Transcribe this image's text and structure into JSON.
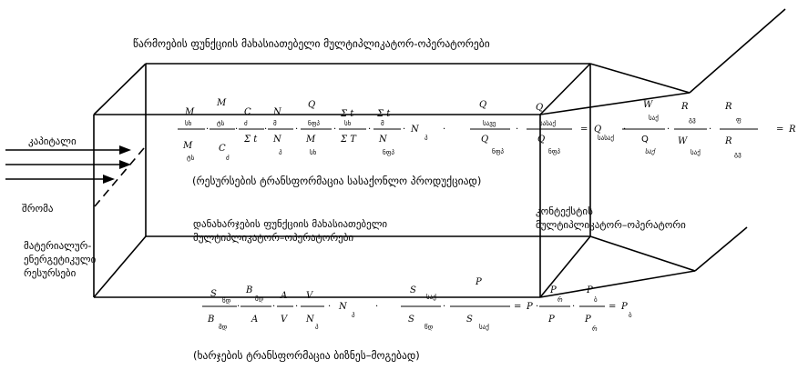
{
  "labels": {
    "title_top": "წარმოების ფუნქციის მახასიათებელი მულტიპლიკატორ-ოპერატორები",
    "capital": "კაპიტალი",
    "labor": "შრომა",
    "materials_line1": "მატერიალურ-",
    "materials_line2": "ენერგეტიკული",
    "materials_line3": "რესურსები",
    "resource_transform": "(რესურსების ტრანსფორმაცია სასაქონლო პროდუქციად)",
    "cost_function_line1": "დანახარჯების ფუნქციის მახასიათებელი",
    "cost_function_line2": "მულტიპლიკატორ–ოპერატორები",
    "context_line1": "კონტექსტის",
    "context_line2": "მულტიპლიკატორ–ოპერატორი",
    "cost_transform": "(ხარჯების ტრანსფორმაცია ბიზნეს–მოგებად)"
  },
  "formula_top": {
    "numerators": [
      "M",
      "M",
      "C",
      "N",
      "Q",
      "Σ t",
      "Σ t",
      "Q",
      "Q"
    ],
    "numerator_subs": [
      "სხ",
      "ტს",
      "ძ",
      "მ",
      "ნფპ",
      "სხ",
      "მ",
      "სავე",
      "სასაქ"
    ],
    "denominators": [
      "M",
      "C",
      "Σ t",
      "N",
      "M",
      "Σ T",
      "N",
      "Q",
      "Q"
    ],
    "denominator_subs": [
      "ტს",
      "ძ",
      "",
      "პ",
      "სხ",
      "",
      "",
      "ნფპ",
      "ნფპ"
    ],
    "n_factor": "N",
    "n_factor_sub": "პ",
    "result_q": "Q",
    "result_q_sub": "სასაქ",
    "ctx_numerators": [
      "W",
      "R",
      "R"
    ],
    "ctx_numerator_subs": [
      "საქ",
      "გვ",
      "ფ"
    ],
    "ctx_denominators": [
      "Q",
      "W",
      "R"
    ],
    "ctx_denominator_subs": [
      "საქ",
      "საქ",
      "გვ"
    ],
    "result_r": "R"
  },
  "formula_bottom": {
    "numerators": [
      "S",
      "B",
      "A",
      "V",
      "S",
      "P"
    ],
    "numerator_subs": [
      "წდ",
      "მდ",
      "",
      "",
      "საქ",
      ""
    ],
    "denominators": [
      "B",
      "A",
      "V",
      "N",
      "S",
      "S"
    ],
    "denominator_subs": [
      "მდ",
      "",
      "",
      "პ",
      "წდ",
      "საქ"
    ],
    "n_factor": "N",
    "n_factor_sub": "პ",
    "result_p": "P",
    "ctx_numerators": [
      "P",
      "P"
    ],
    "ctx_numerator_subs": [
      "რ",
      "ბ"
    ],
    "ctx_denominators": [
      "P",
      "P"
    ],
    "ctx_denominator_subs": [
      "",
      "რ"
    ],
    "result_pb": "P",
    "result_pb_sub": "ბ"
  }
}
